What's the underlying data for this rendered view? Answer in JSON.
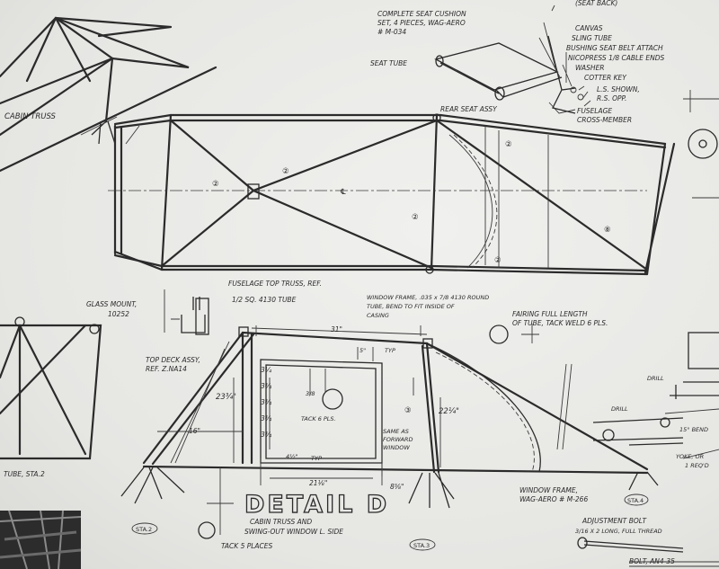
{
  "top_labels": {
    "seat_back": "(SEAT BACK)",
    "cushion_set": "COMPLETE SEAT CUSHION",
    "cushion_set_2": "SET, 4 PIECES, WAG-AERO",
    "cushion_part": "# M-034",
    "canvas": "CANVAS",
    "sling_tube": "SLING TUBE",
    "bushing": "BUSHING SEAT BELT ATTACH",
    "nicopress": "NICOPRESS 1/8 CABLE ENDS",
    "washer": "WASHER",
    "cotter_key": "COTTER KEY",
    "ls_shown": "L.S. SHOWN,",
    "rs_opp": "R.S. OPP.",
    "fuselage": "FUSELAGE",
    "cross_member": "CROSS-MEMBER",
    "seat_tube": "SEAT TUBE",
    "cabin_truss": "CABIN TRUSS",
    "rear_seat_assy": "REAR SEAT ASSY"
  },
  "truss": {
    "centerline": "℄",
    "tube_callouts": [
      "②",
      "②",
      "②",
      "②",
      "⑧"
    ],
    "top_truss_ref": "FUSELAGE TOP TRUSS, REF.",
    "tube_spec": "1/2 SQ. 4130 TUBE"
  },
  "detail": {
    "glass_mount": "GLASS MOUNT,",
    "glass_mount_no": "10252",
    "window_frame_1": "WINDOW FRAME, .035 x 7/8 4130 ROUND",
    "window_frame_2": "TUBE, BEND TO FIT INSIDE OF",
    "window_frame_3": "CASING",
    "fairing_1": "FAIRING FULL LENGTH",
    "fairing_2": "OF TUBE, TACK WELD 6 PLS.",
    "dim_31": "31\"",
    "dim_5": "5\"",
    "typ": "TYP",
    "top_deck_1": "TOP DECK ASSY,",
    "top_deck_2": "REF. Z.NA14",
    "dims_left": [
      "3¼",
      "3¾",
      "3¾",
      "3¾",
      "3¾"
    ],
    "dim_23": "23¾\"",
    "dim_22": "22¼\"",
    "dim_16": "16\"",
    "dim_21": "21⅛\"",
    "dim_8": "8⅜\"",
    "dim_38": "3/8",
    "dim_4half": "4½\"",
    "tack_6": "TACK 6 PLS.",
    "same_as_1": "SAME AS",
    "same_as_2": "FORWARD",
    "same_as_3": "WINDOW",
    "circle_3": "③",
    "window_frame_ref_1": "WINDOW FRAME,",
    "window_frame_ref_2": "WAG-AERO # M-266",
    "title": "DETAIL D",
    "subtitle_1": "CABIN TRUSS AND",
    "subtitle_2": "SWING-OUT WINDOW L. SIDE",
    "tack_5": "TACK 5 PLACES",
    "sta_2": "STA.2",
    "sta_3": "STA.3",
    "sta_4": "STA.4",
    "tube_sta2": "TUBE, STA.2"
  },
  "right_labels": {
    "drill": "DRILL",
    "drill_2": "DRILL",
    "bend": "15° BEND",
    "yoke": "YOKE, OR",
    "req": "1 REQ'D",
    "adj_bolt": "ADJUSTMENT BOLT",
    "adj_bolt_2": "3/16 X 2 LONG, FULL THREAD",
    "bolt": "BOLT, AN4-35"
  }
}
